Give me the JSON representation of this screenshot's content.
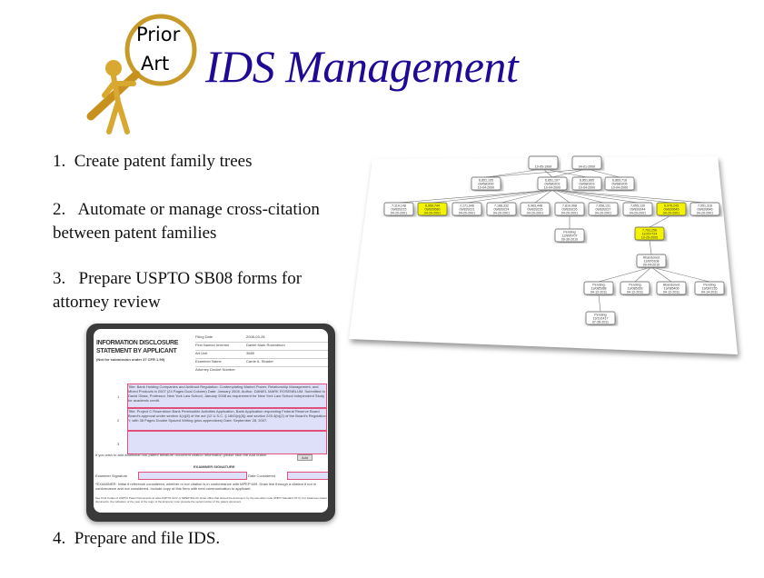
{
  "logo": {
    "text_line1": "Prior",
    "text_line2": "Art"
  },
  "title": "IDS Management",
  "bullets": [
    {
      "number": "1.",
      "text": "Create patent family trees"
    },
    {
      "number": "2.",
      "text": "Automate or manage cross-citation between patent families"
    },
    {
      "number": "3.",
      "text": "Prepare USPTO SB08 forms for attorney review"
    },
    {
      "number": "4.",
      "text": "Prepare and file IDS."
    }
  ],
  "form": {
    "heading1": "INFORMATION DISCLOSURE",
    "heading2": "STATEMENT BY APPLICANT",
    "subheading": "(Not for submission under 37 CFR 1.99)",
    "fields": [
      {
        "label": "Filing Date",
        "value": "2008-03-28"
      },
      {
        "label": "First Named Inventor",
        "value": "Daniel Mark Rosenblum"
      },
      {
        "label": "Art Unit",
        "value": "3689"
      },
      {
        "label": "Examiner Name",
        "value": "Carrie A. Strader"
      },
      {
        "label": "Attorney Docket Number",
        "value": ""
      }
    ],
    "rows": [
      {
        "num": "1",
        "text": "Title: Bank Holding Companies and Antitrust Regulation: Contemplating Market Power, Relationship Management, and Mixed Products in 2007 (24 Pages Dual Column) Date: January 2008. Author: DANIEL MARK ROSENBLUM. Submitted to David Glass, Professor, New York Law School, January 2008 as requirement for New York Law School Independent Study for academic credit."
      },
      {
        "num": "2",
        "text": "Title: Project C Rosenblum Bank Permissible Activities Application, Bank Application requesting Federal Reserve Board Board's approval under section 4(c)(8) of the act (12 U.S.C. § 1843(c)(8)) and section 225.4(b)(2) of the Board's Regulation Y, with 38 Pages Double Spaced Writing (plus appendices) Date: September 28, 2007."
      },
      {
        "num": "3",
        "text": ""
      }
    ],
    "add_note": "If you wish to add additional non-patent literature document citation information please click the Add button",
    "add_button": "Add",
    "examiner_signature_header": "EXAMINER SIGNATURE",
    "examiner_signature_label": "Examiner Signature",
    "date_considered_label": "Date Considered",
    "examiner_note": "*EXAMINER: Initial if reference considered, whether or not citation is in conformance with MPEP 609. Draw line through a citation if not in conformance and not considered. Include copy of this form with next communication to applicant.",
    "footnote": "See Kind Codes of USPTO Patent Documents at www.USPTO.GOV or MPEP 901.04. Enter office that issued the document, by the two-letter code (WIPO Standard ST.3). For Japanese patent documents, the indication of the year of the reign of the Emperor must precede the serial number of the patent document."
  },
  "tree": {
    "highlight_color": "#f4f400",
    "nodes": [
      {
        "l1": "",
        "l2": "",
        "l3": "10-05-1999"
      },
      {
        "l1": "",
        "l2": "",
        "l3": "04-01-2000"
      },
      {
        "l1": "6,851,105",
        "l2": "09/680200",
        "l3": "10-04-2000"
      },
      {
        "l1": "6,851,107",
        "l2": "09/680202",
        "l3": "10-04-2000"
      },
      {
        "l1": "6,851,665",
        "l2": "09/680203",
        "l3": "10-04-2000"
      },
      {
        "l1": "6,869,716",
        "l2": "09/680205",
        "l3": "10-04-2000"
      },
      {
        "l1": "7,114,148",
        "l2": "09/839215",
        "l3": "04-20-2001"
      },
      {
        "l1": "6,950,744",
        "l2": "09/839580",
        "l3": "04-20-2001",
        "hl": true
      },
      {
        "l1": "7,171,646",
        "l2": "09/839221",
        "l3": "04-20-2001"
      },
      {
        "l1": "7,188,332",
        "l2": "09/839224",
        "l3": "04-20-2001"
      },
      {
        "l1": "6,983,448",
        "l2": "09/839225",
        "l3": "04-20-2001"
      },
      {
        "l1": "7,810,068",
        "l2": "09/839226",
        "l3": "04-20-2001"
      },
      {
        "l1": "7,058,131",
        "l2": "09/839227",
        "l3": "04-20-2001"
      },
      {
        "l1": "7,055,130",
        "l2": "09/839244",
        "l3": "04-20-2001"
      },
      {
        "l1": "6,976,243",
        "l2": "09/839645",
        "l3": "04-20-2001",
        "hl": true
      },
      {
        "l1": "7,051,316",
        "l2": "09/839646",
        "l3": "04-20-2001"
      },
      {
        "l1": "Pending",
        "l2": "12/895707",
        "l3": "09-30-2010"
      },
      {
        "l1": "7,793,256",
        "l2": "11/257724",
        "l3": "10-25-2005",
        "hl": true
      },
      {
        "l1": "Abandoned",
        "l2": "12/876108",
        "l3": "09-04-2010"
      },
      {
        "l1": "Pending",
        "l2": "13/085388",
        "l3": "04-12-2011"
      },
      {
        "l1": "Pending",
        "l2": "13/085393",
        "l3": "04-12-2011"
      },
      {
        "l1": "Abandoned",
        "l2": "13/085406",
        "l3": "04-12-2011"
      },
      {
        "l1": "Pending",
        "l2": "13/087235",
        "l3": "04-14-2011"
      },
      {
        "l1": "Pending",
        "l2": "13/191417",
        "l3": "07-26-2011"
      }
    ]
  }
}
